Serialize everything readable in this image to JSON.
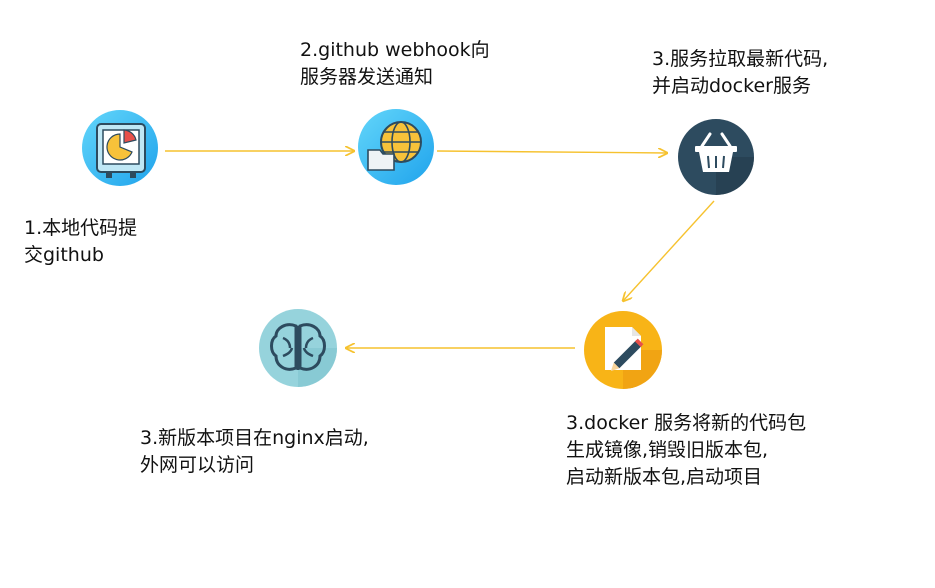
{
  "steps": [
    {
      "id": "commit",
      "icon": "monitor-pie-chart-icon",
      "lines": [
        "1.本地代码提",
        "交github"
      ]
    },
    {
      "id": "webhook",
      "icon": "globe-folder-icon",
      "lines": [
        "2.github webhook向",
        "服务器发送通知"
      ]
    },
    {
      "id": "pull",
      "icon": "basket-icon",
      "lines": [
        "3.服务拉取最新代码,",
        "并启动docker服务"
      ]
    },
    {
      "id": "build",
      "icon": "document-pencil-icon",
      "lines": [
        "3.docker 服务将新的代码包",
        "生成镜像,销毁旧版本包,",
        "启动新版本包,启动项目"
      ]
    },
    {
      "id": "deploy",
      "icon": "brain-icon",
      "lines": [
        "3.新版本项目在nginx启动,",
        "外网可以访问"
      ]
    }
  ],
  "colors": {
    "arrow": "#f6c22f",
    "blue_circle": "#3fc3f3",
    "dark_circle": "#2d4b5f",
    "orange_circle": "#f8b417",
    "teal_circle": "#96d3dc"
  }
}
